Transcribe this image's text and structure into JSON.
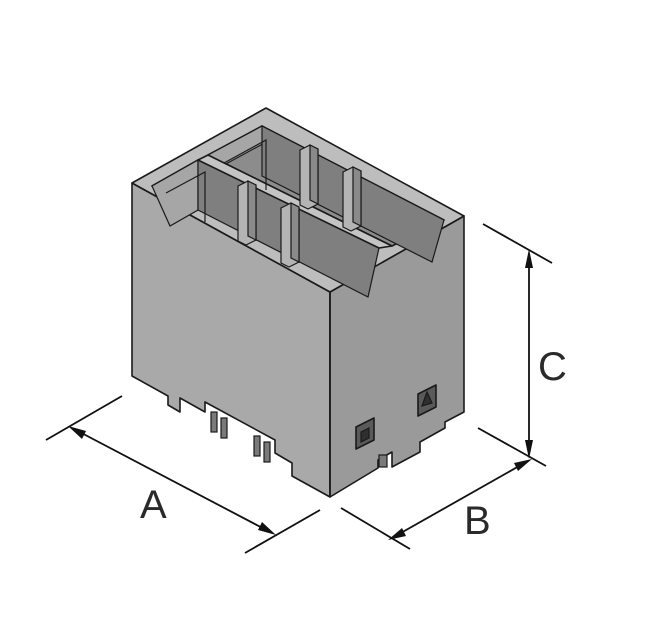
{
  "dimensions": {
    "a_label": "A",
    "b_label": "B",
    "c_label": "C"
  },
  "colors": {
    "body_front": "#a9a9a9",
    "body_side": "#9a9a9a",
    "body_top": "#bdbdbd",
    "cavity": "#8f8f8f",
    "pin": "#b4b4b4",
    "outline": "#1a1a1a"
  }
}
